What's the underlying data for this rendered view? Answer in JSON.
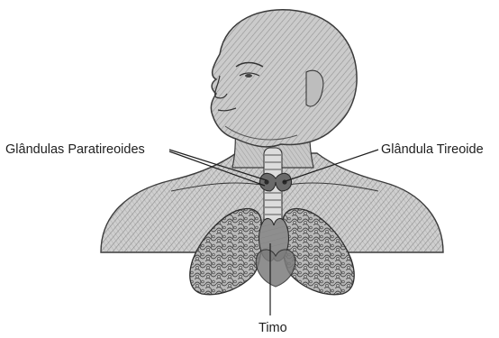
{
  "labels": {
    "paratireoides": "Glândulas Paratireoides",
    "tireoide": "Glândula Tireoide",
    "timo": "Timo"
  },
  "colors": {
    "sketch_dark": "#3a3a3a",
    "sketch_mid": "#8a8a8a",
    "sketch_light": "#c4c4c4",
    "background": "#ffffff",
    "label_text": "#1e1e1e"
  }
}
